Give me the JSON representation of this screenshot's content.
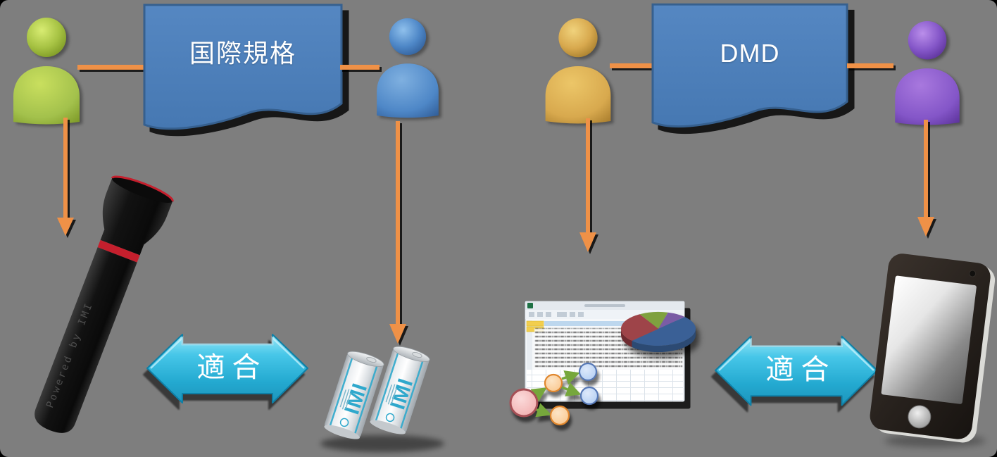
{
  "canvas": {
    "background": "#7E7E7E"
  },
  "left_flow": {
    "standard_doc": {
      "label": "国際規格"
    },
    "conform_arrow": {
      "label": "適合"
    },
    "flashlight": {
      "engraving": "Powered by IMI"
    },
    "batteries": {
      "brand": "IMI",
      "count": 2
    }
  },
  "right_flow": {
    "standard_doc": {
      "label": "DMD"
    },
    "conform_arrow": {
      "label": "適合"
    }
  },
  "people": [
    {
      "id": "person-green",
      "color": "#A3C14C"
    },
    {
      "id": "person-blue",
      "color": "#4E87C7"
    },
    {
      "id": "person-gold",
      "color": "#D8A94E"
    },
    {
      "id": "person-purple",
      "color": "#8456C8"
    }
  ],
  "colors": {
    "document_blue": "#4E81BC",
    "document_border": "#36608F",
    "connector_orange": "#EF9147",
    "conform_cyan": "#35C0E4",
    "flashlight_black": "#141414",
    "flashlight_ring_red": "#C51F2D",
    "battery_stripe_cyan": "#2FA8CC",
    "pie_slices": {
      "blue": "#3A6096",
      "red": "#9E4449",
      "green": "#7FA13F",
      "purple": "#7B5CA5"
    },
    "network_nodes": {
      "pink": "#F5BCBC",
      "orange": "#FCD9AE",
      "blue": "#C5D9F7",
      "arrow_green": "#76A73C"
    }
  }
}
